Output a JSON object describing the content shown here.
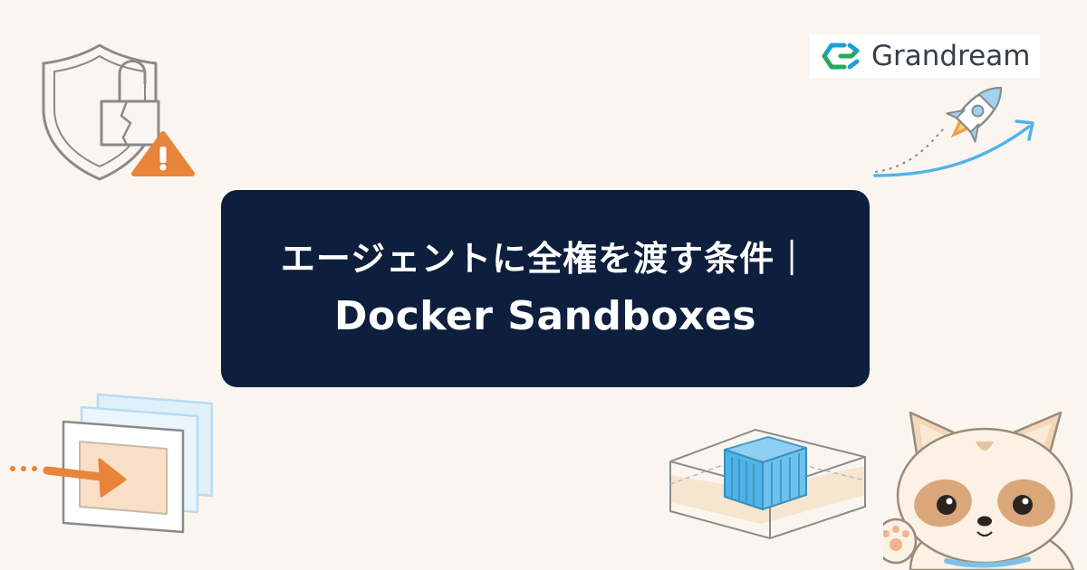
{
  "title": {
    "line1": "エージェントに全権を渡す条件｜",
    "line2": "Docker Sandboxes"
  },
  "logo": {
    "text": "Grandream"
  },
  "colors": {
    "background": "#faf6ef",
    "card": "#0e1e3d",
    "accent_orange": "#e8843b",
    "accent_blue": "#4fb3e8",
    "outline_gray": "#8a8a8a"
  },
  "illustrations": {
    "top_left": "shield-broken-lock-warning-icon",
    "top_right": "rocket-growth-arrow-icon",
    "bottom_left": "stacked-windows-arrow-icon",
    "bottom_center": "sandbox-container-icon",
    "bottom_right": "raccoon-mascot"
  }
}
